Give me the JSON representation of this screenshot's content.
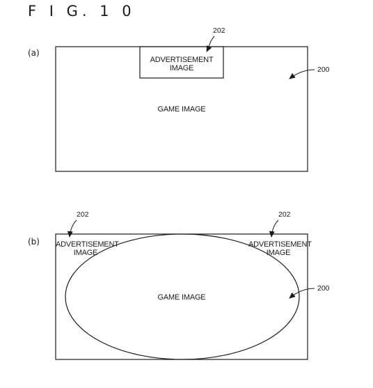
{
  "figure": {
    "title": "F I G. 1 0"
  },
  "panel_a": {
    "label": "(a)",
    "game_image": "GAME IMAGE",
    "ad_line1": "ADVERTISEMENT",
    "ad_line2": "IMAGE",
    "ref_ad": "202",
    "ref_game": "200"
  },
  "panel_b": {
    "label": "(b)",
    "game_image": "GAME IMAGE",
    "ad_left_line1": "ADVERTISEMENT",
    "ad_left_line2": "IMAGE",
    "ad_right_line1": "ADVERTISEMENT",
    "ad_right_line2": "IMAGE",
    "ref_ad_left": "202",
    "ref_ad_right": "202",
    "ref_game": "200"
  },
  "colors": {
    "line": "#1a1a1a",
    "background": "#ffffff"
  }
}
